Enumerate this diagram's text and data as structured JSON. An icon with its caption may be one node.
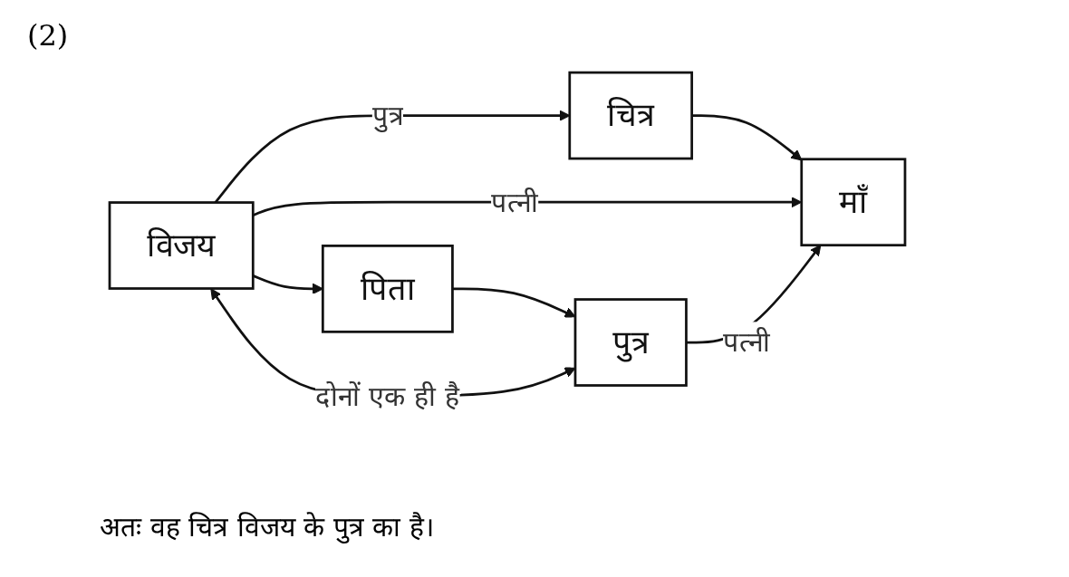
{
  "diagram": {
    "caption": "अतः वह चित्र विजय के पुत्र का है।",
    "nodes": [
      {
        "text": [
          "चित्र"
        ]
      },
      {
        "text": [
          "माँ"
        ]
      },
      {
        "text": [
          "विजय"
        ]
      },
      {
        "text": [
          "पिता"
        ]
      },
      {
        "text": [
          "पुत्र"
        ]
      }
    ],
    "edges": [
      {
        "from": 2,
        "to": 0,
        "arrow": "to",
        "label": "पुत्र"
      },
      {
        "from": 0,
        "to": 1,
        "arrow": "to"
      },
      {
        "from": 2,
        "to": 1,
        "arrow": "to",
        "label": "पत्नी"
      },
      {
        "from": 2,
        "to": 3,
        "arrow": "to"
      },
      {
        "from": 3,
        "to": 4,
        "arrow": "to"
      },
      {
        "from": 4,
        "to": 1,
        "arrow": "to",
        "label": "पत्नी"
      },
      {
        "from": 2,
        "to": 4,
        "arrow": "both",
        "label": "दोनों एक ही है"
      }
    ],
    "labels": [
      "(2)"
    ]
  }
}
